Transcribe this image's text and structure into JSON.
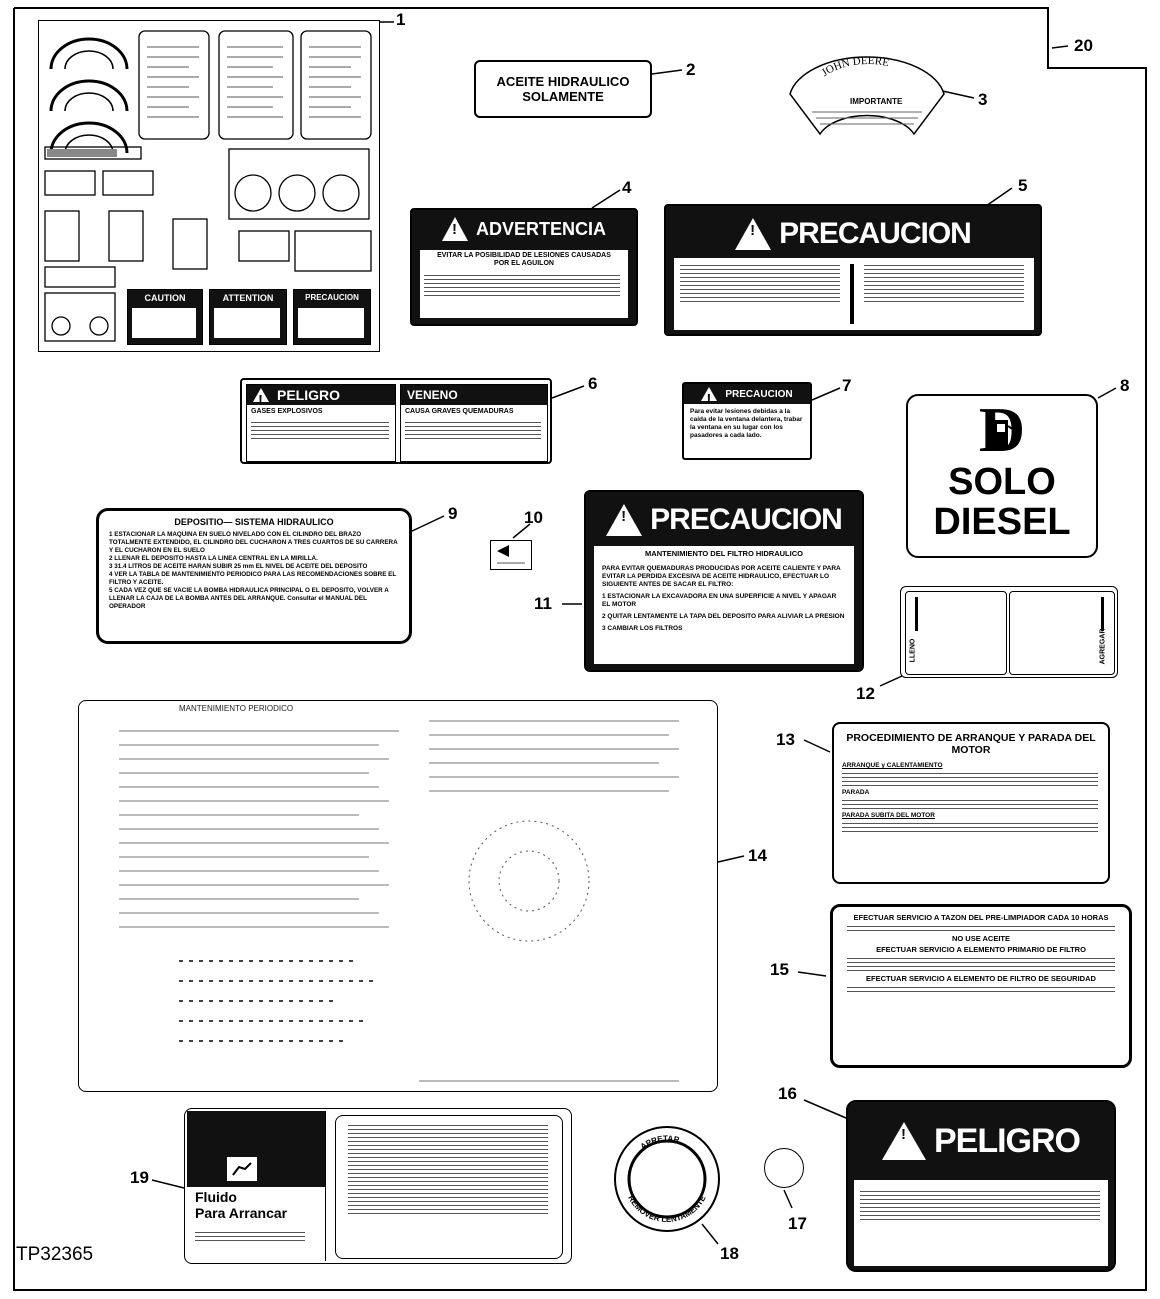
{
  "figure_id": "TP32365",
  "callouts": [
    "1",
    "2",
    "3",
    "4",
    "5",
    "6",
    "7",
    "8",
    "9",
    "10",
    "11",
    "12",
    "13",
    "14",
    "15",
    "16",
    "17",
    "18",
    "19",
    "20"
  ],
  "decal_2": {
    "line1": "ACEITE HIDRAULICO",
    "line2": "SOLAMENTE"
  },
  "decal_3": {
    "brand": "JOHN DEERE",
    "word": "IMPORTANTE"
  },
  "decal_4": {
    "header": "ADVERTENCIA",
    "subtitle": "EVITAR LA POSIBILIDAD DE LESIONES CAUSADAS POR EL AGUILON"
  },
  "decal_5": {
    "header": "PRECAUCION"
  },
  "decal_6": {
    "left_header": "PELIGRO",
    "left_sub": "GASES EXPLOSIVOS",
    "right_header": "VENENO",
    "right_sub": "CAUSA GRAVES QUEMADURAS"
  },
  "decal_7": {
    "header": "PRECAUCION",
    "text": "Para evitar lesiones debidas a la caida de la ventana delantera, trabar la ventana en su lugar con los pasadores a cada lado."
  },
  "decal_8": {
    "letter": "D",
    "line1": "SOLO",
    "line2": "DIESEL"
  },
  "decal_9": {
    "title": "DEPOSITIO— SISTEMA HIDRAULICO",
    "items": [
      "1   ESTACIONAR LA MAQUINA EN SUELO NIVELADO CON EL CILINDRO DEL BRAZO TOTALMENTE EXTENDIDO, EL CILINDRO DEL CUCHARON A TRES CUARTOS DE SU CARRERA Y EL CUCHARON EN EL SUELO",
      "2   LLENAR EL DEPOSITO HASTA LA LINEA CENTRAL EN LA MIRILLA.",
      "3   31.4 LITROS DE ACEITE HARAN SUBIR 25 mm EL NIVEL DE ACEITE DEL DEPOSITO",
      "4   VER LA TABLA DE MANTENIMIENTO PERIODICO PARA LAS RECOMENDACIONES SOBRE EL FILTRO Y ACEITE.",
      "5   CADA VEZ QUE SE VACIE LA BOMBA HIDRAULICA PRINCIPAL O EL DEPOSITO, VOLVER A LLENAR LA CAJA DE LA BOMBA ANTES DEL ARRANQUE. Consultar el MANUAL DEL OPERADOR"
    ]
  },
  "decal_11": {
    "header": "PRECAUCION",
    "subtitle": "MANTENIMIENTO DEL FILTRO HIDRAULICO",
    "intro": "PARA EVITAR QUEMADURAS PRODUCIDAS POR ACEITE CALIENTE Y PARA EVITAR LA PERDIDA EXCESIVA DE ACEITE HIDRAULICO, EFECTUAR LO SIGUIENTE ANTES DE SACAR EL FILTRO:",
    "steps": [
      "1   ESTACIONAR LA EXCAVADORA EN UNA SUPERFICIE A NIVEL Y APAGAR EL MOTOR",
      "2   QUITAR LENTAMENTE LA TAPA DEL DEPOSITO PARA ALIVIAR LA PRESION",
      "3   CAMBIAR LOS FILTROS"
    ]
  },
  "decal_12": {
    "left": "LLENO",
    "right": "AGREGAR"
  },
  "decal_13": {
    "title": "PROCEDIMIENTO DE ARRANQUE Y PARADA DEL MOTOR",
    "p1_label": "ARRANQUE y CALENTAMIENTO",
    "p2_label": "PARADA",
    "p3_label": "PARADA SUBITA DEL MOTOR"
  },
  "decal_14": {
    "title": "MANTENIMIENTO PERIODICO"
  },
  "decal_15": {
    "line1": "EFECTUAR SERVICIO A TAZON DEL PRE-LIMPIADOR CADA 10 HORAS",
    "line2": "NO USE ACEITE",
    "line3": "EFECTUAR SERVICIO A ELEMENTO PRIMARIO DE FILTRO",
    "line4": "EFECTUAR SERVICIO A ELEMENTO DE FILTRO DE SEGURIDAD"
  },
  "decal_16": {
    "header": "PELIGRO"
  },
  "decal_18": {
    "top": "APRETAR",
    "bottom": "REMOVER LENTAMENTE"
  },
  "decal_19": {
    "line1": "Fluido",
    "line2": "Para Arrancar"
  },
  "decal_1": {
    "caution": "CAUTION",
    "attention": "ATTENTION",
    "precaucion": "PRECAUCION"
  }
}
